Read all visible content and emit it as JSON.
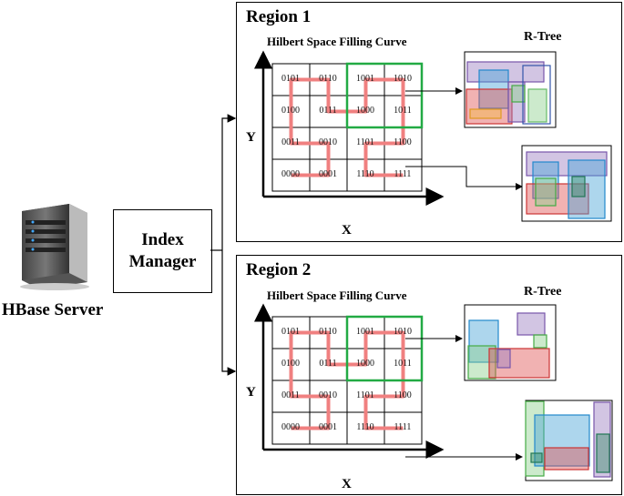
{
  "server": {
    "label": "HBase Server",
    "icon": "server-icon"
  },
  "index_manager": {
    "line1": "Index",
    "line2": "Manager"
  },
  "regions": [
    {
      "title": "Region 1",
      "curve_title": "Hilbert Space Filling Curve",
      "rtree_title": "R-Tree",
      "axis_x": "X",
      "axis_y": "Y",
      "grid_codes": [
        [
          "0101",
          "0110",
          "1001",
          "1010"
        ],
        [
          "0100",
          "0111",
          "1000",
          "1011"
        ],
        [
          "0011",
          "0010",
          "1101",
          "1100"
        ],
        [
          "0000",
          "0001",
          "1110",
          "1111"
        ]
      ]
    },
    {
      "title": "Region 2",
      "curve_title": "Hilbert Space Filling Curve",
      "rtree_title": "R-Tree",
      "axis_x": "X",
      "axis_y": "Y",
      "grid_codes": [
        [
          "0101",
          "0110",
          "1001",
          "1010"
        ],
        [
          "0100",
          "0111",
          "1000",
          "1011"
        ],
        [
          "0011",
          "0010",
          "1101",
          "1100"
        ],
        [
          "0000",
          "0001",
          "1110",
          "1111"
        ]
      ]
    }
  ],
  "colors": {
    "curve": "#f08080",
    "highlight": "#22aa44",
    "purple": "#9b7fc0",
    "blue": "#4aa3d8",
    "red": "#e05555",
    "green": "#8fd18f",
    "teal": "#2aa198",
    "navy": "#3355aa"
  }
}
